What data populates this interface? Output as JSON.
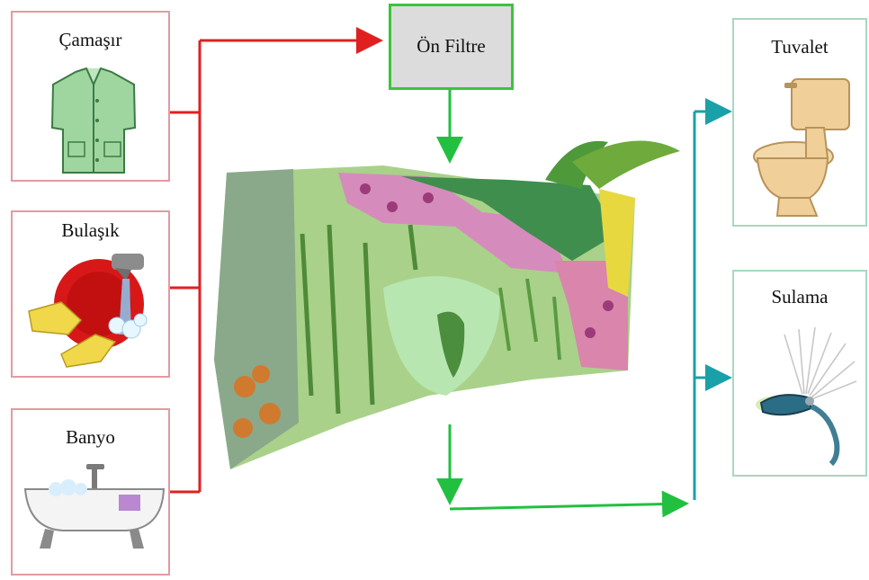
{
  "sources": [
    {
      "label": "Çamaşır",
      "icon": "shirt-icon"
    },
    {
      "label": "Bulaşık",
      "icon": "dishwashing-icon"
    },
    {
      "label": "Banyo",
      "icon": "bathtub-icon"
    }
  ],
  "filter": {
    "label": "Ön Filtre"
  },
  "green_wall": {
    "icon": "green-wall-illustration"
  },
  "destinations": [
    {
      "label": "Tuvalet",
      "icon": "toilet-icon"
    },
    {
      "label": "Sulama",
      "icon": "sprinkler-icon"
    }
  ],
  "colors": {
    "source_arrows": "#e02020",
    "filter_arrows": "#22c040",
    "reuse_arrows": "#1aa0a8",
    "source_border": "#e39aa1",
    "dest_border": "#a8d8c0",
    "filter_border": "#3cc43c",
    "filter_fill": "#dcdcdc"
  }
}
